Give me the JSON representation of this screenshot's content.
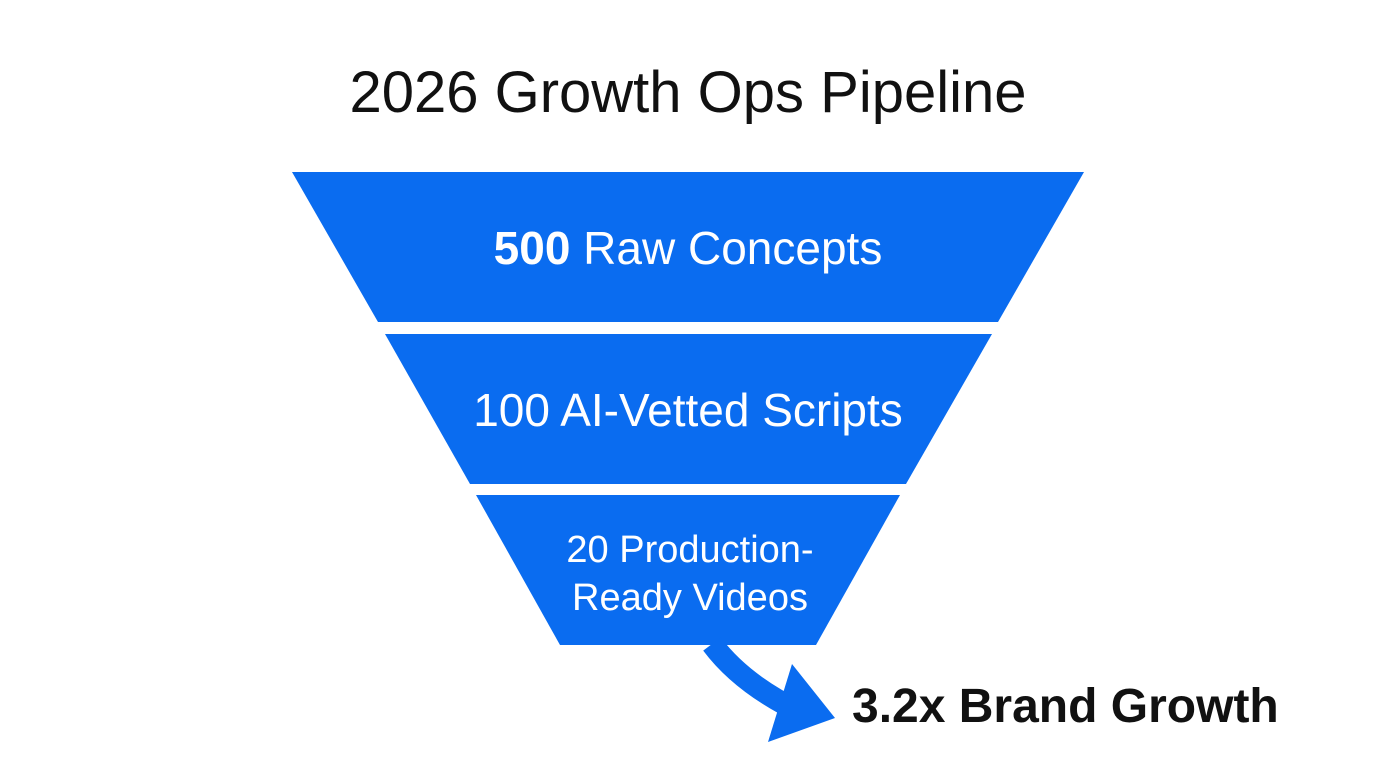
{
  "title": "2026 Growth Ops Pipeline",
  "accent_color": "#0A6CF0",
  "stages": [
    {
      "number": "500",
      "label": " Raw Concepts",
      "number_bold": true
    },
    {
      "number": "100",
      "label": " AI-Vetted Scripts",
      "number_bold": false
    },
    {
      "line1": "20 Production-",
      "line2": "Ready Videos"
    }
  ],
  "outcome": {
    "label": "3.2x Brand Growth",
    "arrow_icon": "curved-arrow-icon"
  }
}
